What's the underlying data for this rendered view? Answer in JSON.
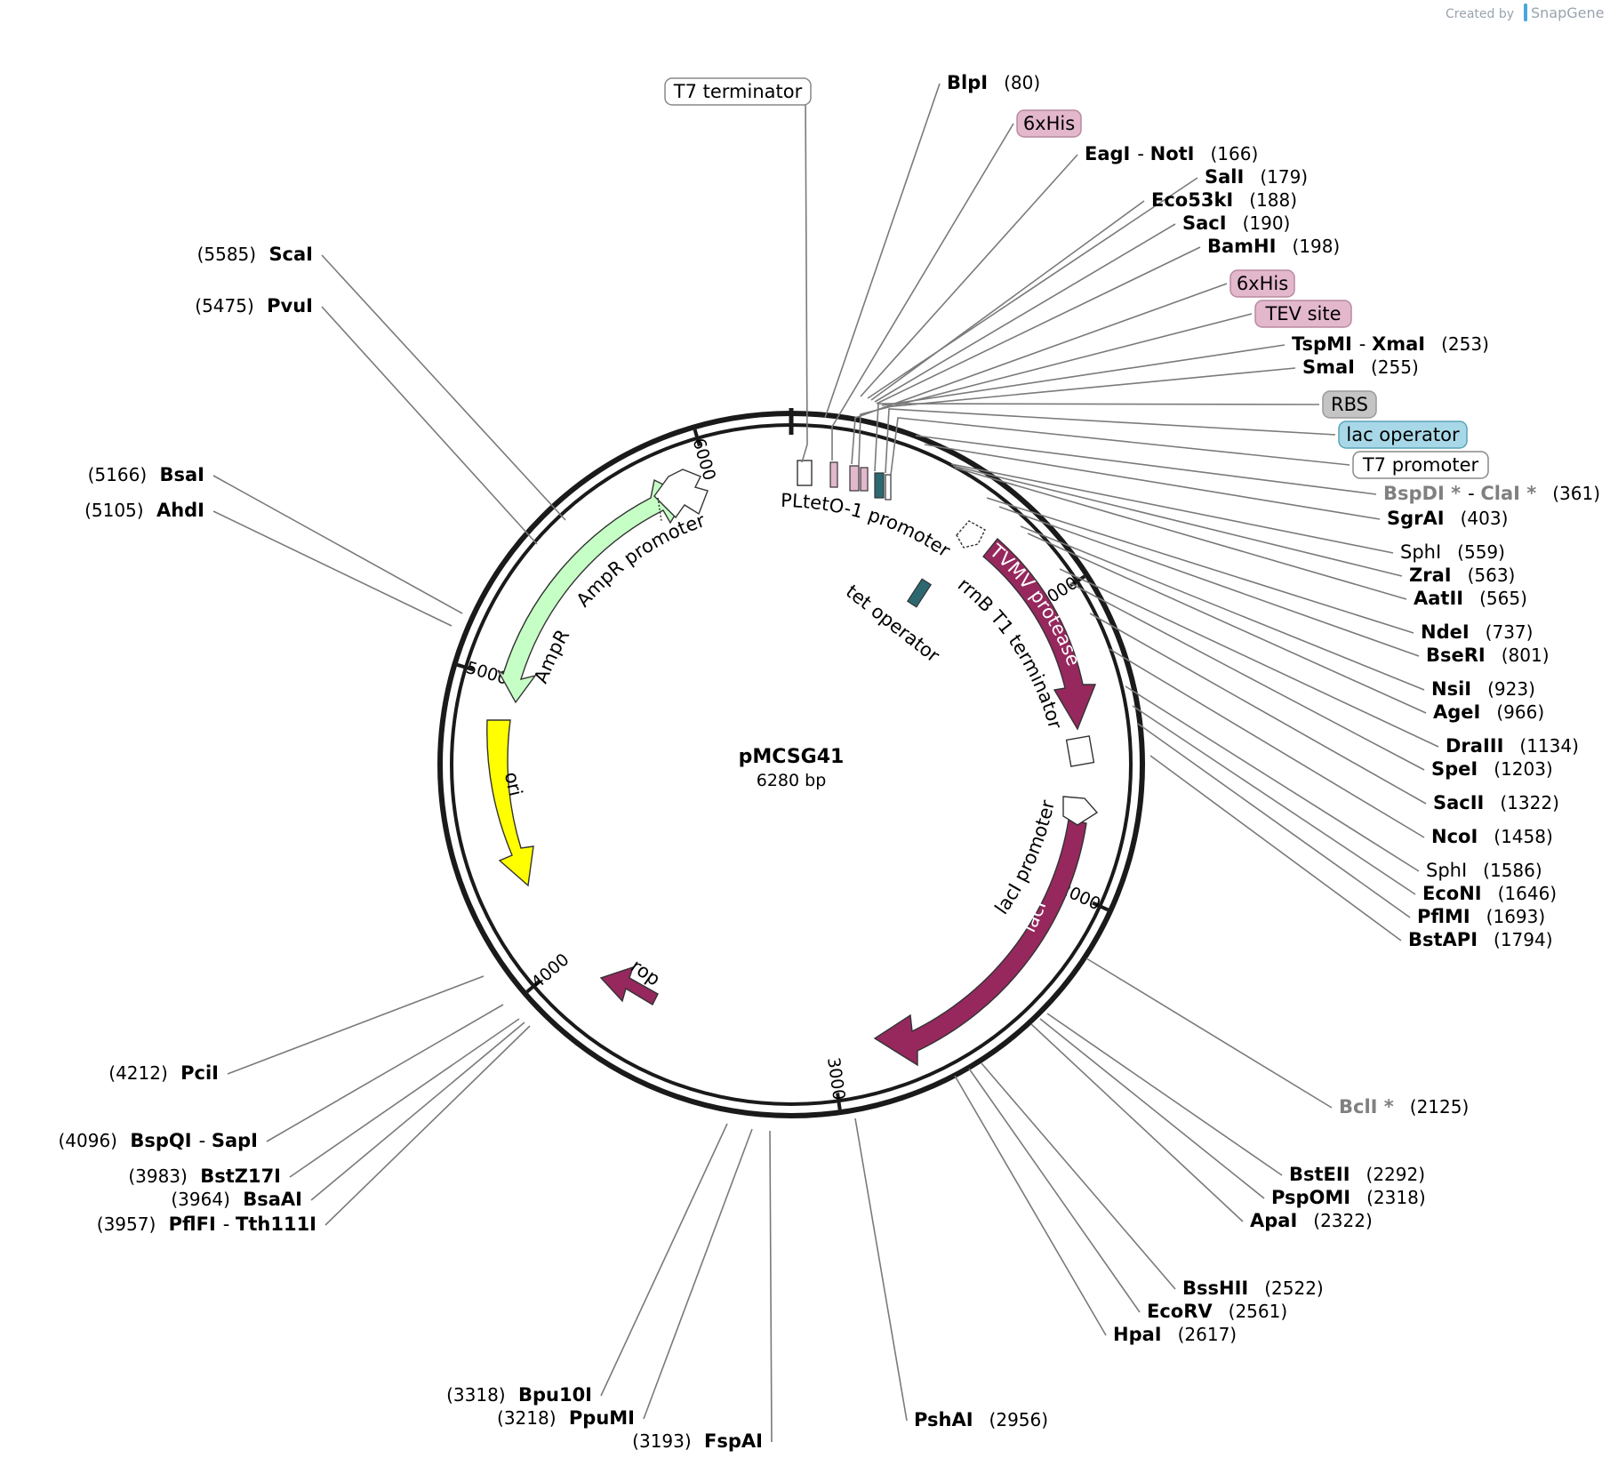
{
  "credit": {
    "prefix": "Created by",
    "brand": "SnapGene"
  },
  "plasmid": {
    "name": "pMCSG41",
    "size_label": "6280 bp"
  },
  "ticks": [
    {
      "label": "1000",
      "pos": 1000
    },
    {
      "label": "2000",
      "pos": 2000
    },
    {
      "label": "3000",
      "pos": 3000
    },
    {
      "label": "4000",
      "pos": 4000
    },
    {
      "label": "5000",
      "pos": 5000
    },
    {
      "label": "6000",
      "pos": 6000
    }
  ],
  "features": {
    "tvmv": "TVMV protease",
    "laci": "lacI",
    "laci_promoter": "lacI promoter",
    "rrnb": "rrnB T1 terminator",
    "ampr": "AmpR",
    "ampr_promoter": "AmpR promoter",
    "ori": "ori",
    "rop": "rop",
    "pltet": "PLtetO-1 promoter",
    "tet_operator": "tet operator"
  },
  "feature_boxes": {
    "t7_terminator": "T7 terminator",
    "his1": "6xHis",
    "his2": "6xHis",
    "tev": "TEV site",
    "rbs": "RBS",
    "lac_operator": "lac operator",
    "t7_promoter": "T7 promoter"
  },
  "sites_right": [
    {
      "parts": [
        "BlpI"
      ],
      "pos": "(80)"
    },
    {
      "parts": [
        "EagI",
        "NotI"
      ],
      "pos": "(166)"
    },
    {
      "parts": [
        "SalI"
      ],
      "pos": "(179)"
    },
    {
      "parts": [
        "Eco53kI"
      ],
      "pos": "(188)"
    },
    {
      "parts": [
        "SacI"
      ],
      "pos": "(190)"
    },
    {
      "parts": [
        "BamHI"
      ],
      "pos": "(198)"
    },
    {
      "parts": [
        "TspMI",
        "XmaI"
      ],
      "pos": "(253)"
    },
    {
      "parts": [
        "SmaI"
      ],
      "pos": "(255)"
    },
    {
      "parts": [
        "BspDI *",
        "ClaI *"
      ],
      "pos": "(361)"
    },
    {
      "parts": [
        "SgrAI"
      ],
      "pos": "(403)"
    },
    {
      "parts": [
        "SphI"
      ],
      "pos": "(559)"
    },
    {
      "parts": [
        "ZraI"
      ],
      "pos": "(563)"
    },
    {
      "parts": [
        "AatII"
      ],
      "pos": "(565)"
    },
    {
      "parts": [
        "NdeI"
      ],
      "pos": "(737)"
    },
    {
      "parts": [
        "BseRI"
      ],
      "pos": "(801)"
    },
    {
      "parts": [
        "NsiI"
      ],
      "pos": "(923)"
    },
    {
      "parts": [
        "AgeI"
      ],
      "pos": "(966)"
    },
    {
      "parts": [
        "DraIII"
      ],
      "pos": "(1134)"
    },
    {
      "parts": [
        "SpeI"
      ],
      "pos": "(1203)"
    },
    {
      "parts": [
        "SacII"
      ],
      "pos": "(1322)"
    },
    {
      "parts": [
        "NcoI"
      ],
      "pos": "(1458)"
    },
    {
      "parts": [
        "SphI"
      ],
      "pos": "(1586)"
    },
    {
      "parts": [
        "EcoNI"
      ],
      "pos": "(1646)"
    },
    {
      "parts": [
        "PflMI"
      ],
      "pos": "(1693)"
    },
    {
      "parts": [
        "BstAPI"
      ],
      "pos": "(1794)"
    },
    {
      "parts": [
        "BclI *"
      ],
      "pos": "(2125)"
    },
    {
      "parts": [
        "BstEII"
      ],
      "pos": "(2292)"
    },
    {
      "parts": [
        "PspOMI"
      ],
      "pos": "(2318)"
    },
    {
      "parts": [
        "ApaI"
      ],
      "pos": "(2322)"
    },
    {
      "parts": [
        "BssHII"
      ],
      "pos": "(2522)"
    },
    {
      "parts": [
        "EcoRV"
      ],
      "pos": "(2561)"
    },
    {
      "parts": [
        "HpaI"
      ],
      "pos": "(2617)"
    },
    {
      "parts": [
        "PshAI"
      ],
      "pos": "(2956)"
    }
  ],
  "sites_left": [
    {
      "parts": [
        "ScaI"
      ],
      "pos": "(5585)"
    },
    {
      "parts": [
        "PvuI"
      ],
      "pos": "(5475)"
    },
    {
      "parts": [
        "BsaI"
      ],
      "pos": "(5166)"
    },
    {
      "parts": [
        "AhdI"
      ],
      "pos": "(5105)"
    },
    {
      "parts": [
        "PciI"
      ],
      "pos": "(4212)"
    },
    {
      "parts": [
        "BspQI",
        "SapI"
      ],
      "pos": "(4096)"
    },
    {
      "parts": [
        "BstZ17I"
      ],
      "pos": "(3983)"
    },
    {
      "parts": [
        "BsaAI"
      ],
      "pos": "(3964)"
    },
    {
      "parts": [
        "PflFI",
        "Tth111I"
      ],
      "pos": "(3957)"
    },
    {
      "parts": [
        "Bpu10I"
      ],
      "pos": "(3318)"
    },
    {
      "parts": [
        "PpuMI"
      ],
      "pos": "(3218)"
    },
    {
      "parts": [
        "FspAI"
      ],
      "pos": "(3193)"
    }
  ],
  "colors": {
    "backbone": "#1a1a1a",
    "protease": "#96285e",
    "ampr": "#c6ffc6",
    "ori": "#ffff00",
    "his": "#e3b7cc",
    "rbs": "#c4c4c4",
    "lac_operator": "#a8d8e8",
    "tet": "#2d6870",
    "leader": "#7a7a7a",
    "gray_text": "#808080"
  }
}
